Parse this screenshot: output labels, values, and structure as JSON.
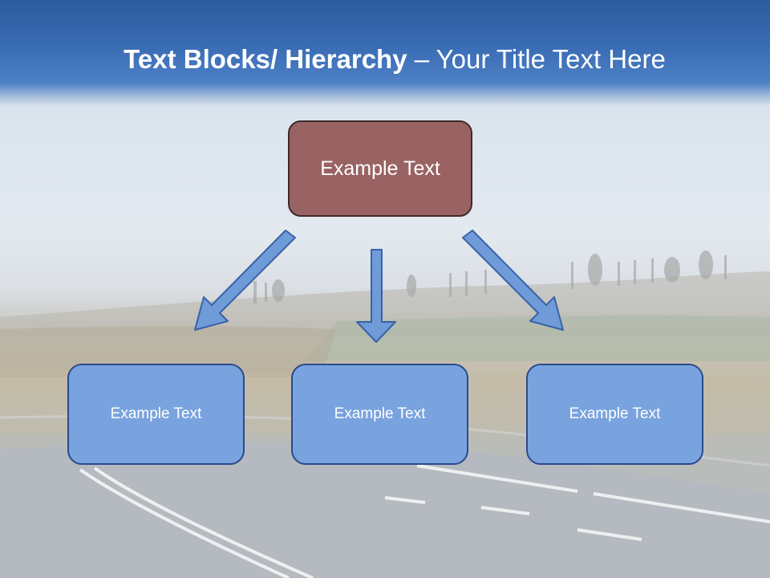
{
  "title": {
    "bold": "Text Blocks/ Hierarchy",
    "regular": " – Your Title Text Here"
  },
  "diagram": {
    "top": "Example Text",
    "children": [
      "Example Text",
      "Example Text",
      "Example Text"
    ]
  },
  "colors": {
    "title_band": "#3a6db5",
    "top_box_fill": "#9a6363",
    "top_box_border": "#3f2929",
    "child_fill": "#79a3de",
    "child_border": "#2a4a8c",
    "arrow_fill": "#6f9bd8",
    "arrow_border": "#3a62a8"
  }
}
